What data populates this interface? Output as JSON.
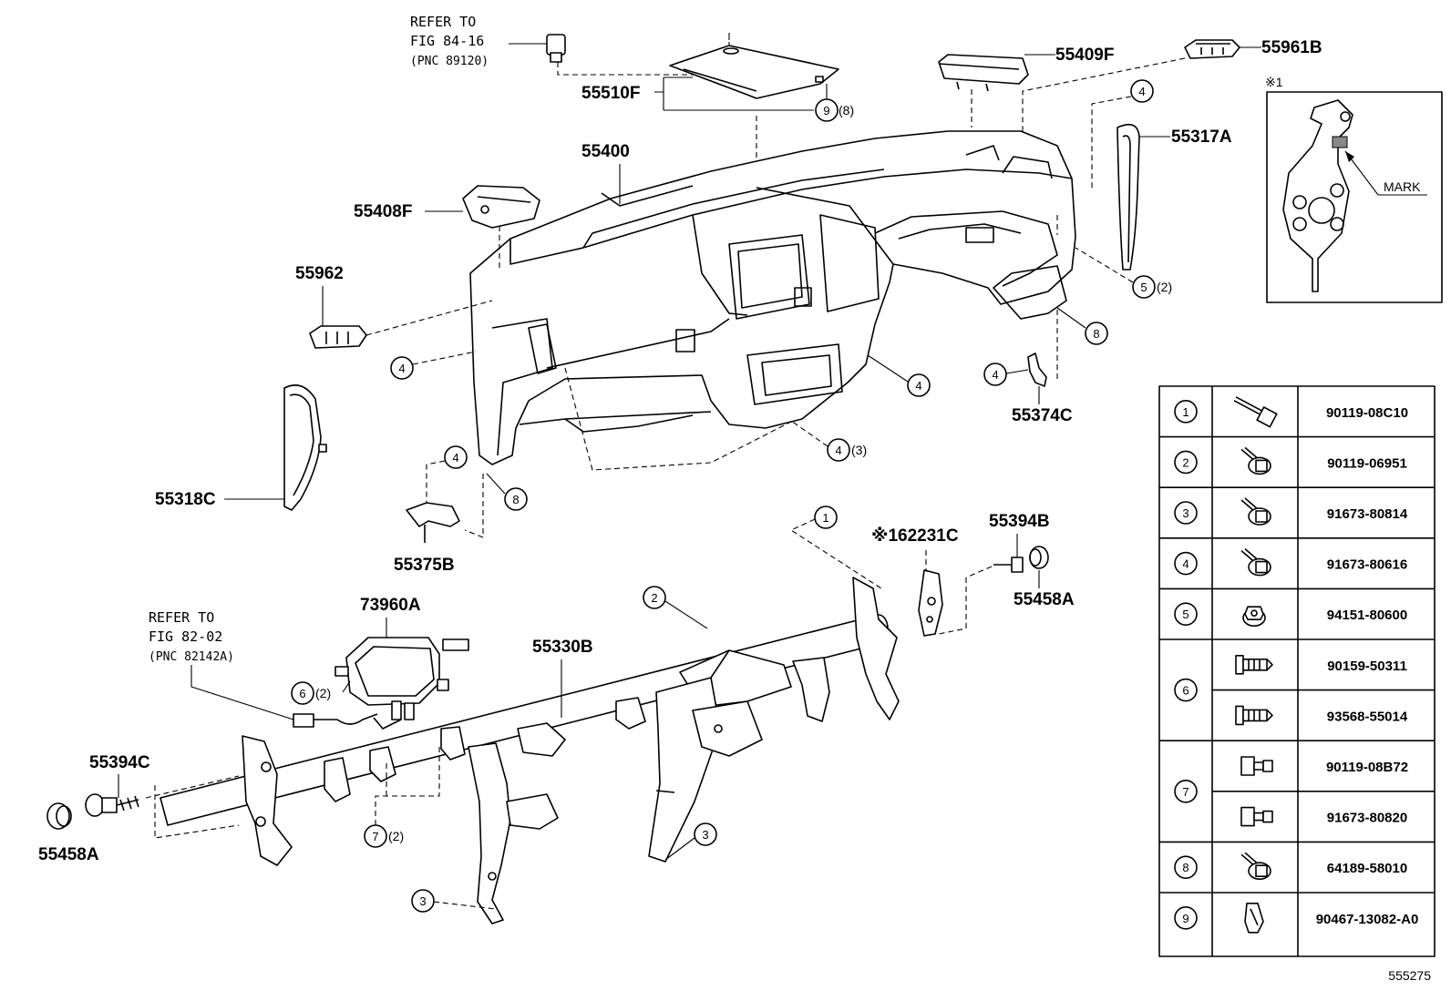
{
  "refer_84": {
    "line1": "REFER TO",
    "line2": "FIG 84-16",
    "line3": "(PNC 89120)"
  },
  "refer_82": {
    "line1": "REFER TO",
    "line2": "FIG 82-02",
    "line3": "(PNC 82142A)"
  },
  "labels": {
    "p55510F": "55510F",
    "p55409F": "55409F",
    "p55961B": "55961B",
    "p55317A": "55317A",
    "p55400": "55400",
    "p55408F": "55408F",
    "p55962": "55962",
    "p55318C": "55318C",
    "p55375B": "55375B",
    "p55374C": "55374C",
    "p62231C": "※162231C",
    "p55394B": "55394B",
    "p55458A_r": "55458A",
    "p73960A": "73960A",
    "p55330B": "55330B",
    "p55394C": "55394C",
    "p55458A_l": "55458A"
  },
  "callouts": {
    "c9": "9",
    "c9q": "(8)",
    "c4a": "4",
    "c5": "5",
    "c5q": "(2)",
    "c8a": "8",
    "c4b": "4",
    "c4c": "4",
    "c4d": "4",
    "c4e": "4",
    "c4eq": "(3)",
    "c4f": "4",
    "c8b": "8",
    "c1": "1",
    "c2": "2",
    "c6": "6",
    "c6q": "(2)",
    "c7": "7",
    "c7q": "(2)",
    "c3a": "3",
    "c3b": "3"
  },
  "inset": {
    "title": "※1",
    "mark": "MARK"
  },
  "fastener_table": [
    {
      "num": "1",
      "parts": [
        "90119-08C10"
      ],
      "icons": [
        "long-bolt-icon"
      ]
    },
    {
      "num": "2",
      "parts": [
        "90119-06951"
      ],
      "icons": [
        "flange-bolt-icon"
      ]
    },
    {
      "num": "3",
      "parts": [
        "91673-80814"
      ],
      "icons": [
        "flange-bolt-icon"
      ]
    },
    {
      "num": "4",
      "parts": [
        "91673-80616"
      ],
      "icons": [
        "flange-bolt-icon"
      ]
    },
    {
      "num": "5",
      "parts": [
        "94151-80600"
      ],
      "icons": [
        "flange-nut-icon"
      ]
    },
    {
      "num": "6",
      "parts": [
        "90159-50311",
        "93568-55014"
      ],
      "icons": [
        "screw-grommet-icon",
        "screw-grommet-icon"
      ]
    },
    {
      "num": "7",
      "parts": [
        "90119-08B72",
        "91673-80820"
      ],
      "icons": [
        "stud-bolt-icon",
        "stud-bolt-icon"
      ]
    },
    {
      "num": "8",
      "parts": [
        "64189-58010"
      ],
      "icons": [
        "flange-bolt-icon"
      ]
    },
    {
      "num": "9",
      "parts": [
        "90467-13082-A0"
      ],
      "icons": [
        "clip-icon"
      ]
    }
  ],
  "footer_code": "555275"
}
